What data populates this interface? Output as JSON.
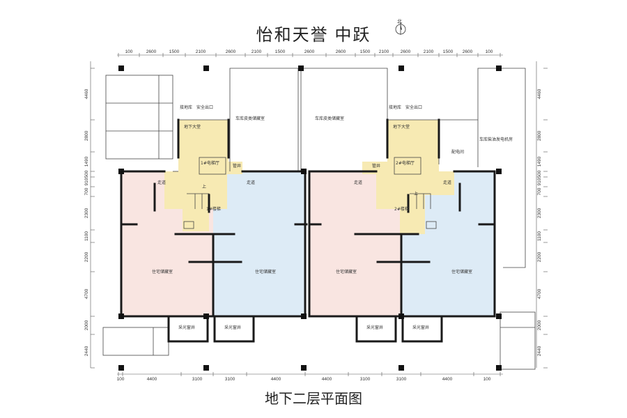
{
  "title": "怡和天誉  中跃",
  "subtitle": "地下二层平面图",
  "north_label": "北",
  "dims": {
    "top": [
      "100",
      "2600",
      "1500",
      "2100",
      "2600",
      "2100",
      "1500",
      "2600",
      "2600",
      "1500",
      "2100",
      "2600",
      "2100",
      "1500",
      "2600",
      "100"
    ],
    "bottom": [
      "100",
      "4400",
      "3100",
      "3100",
      "4400",
      "4400",
      "3100",
      "3100",
      "4400",
      "100"
    ],
    "left": [
      "4460",
      "2800",
      "1490",
      "500",
      "910",
      "700",
      "2300",
      "1100",
      "2200",
      "4700",
      "2000",
      "2440"
    ],
    "right": [
      "4460",
      "2800",
      "1490",
      "500",
      "910",
      "700",
      "2300",
      "1100",
      "2200",
      "4700",
      "2000",
      "2440"
    ]
  },
  "rooms": {
    "garage_l": "接地库",
    "exit_l": "安全出口",
    "garage_r": "接地库",
    "exit_r": "安全出口",
    "hall_l": "地下大堂",
    "hall_r": "地下大堂",
    "elev_l": "1#电梯厅",
    "elev_r": "2#电梯厅",
    "well_l": "管井",
    "well_r": "管井",
    "corr_l": "走道",
    "corr_l2": "走道",
    "corr_r": "走道",
    "corr_r2": "走道",
    "stair_l": "1#楼梯",
    "stair_r": "2#楼梯",
    "storage_mid_l": "车库皮类储藏室",
    "storage_mid_r": "车库皮类储藏室",
    "power": "配电间",
    "generator": "车库柴油发电机房",
    "res1": "住宅储藏室",
    "res2": "住宅储藏室",
    "res3": "住宅储藏室",
    "res4": "住宅储藏室",
    "light1": "采光窗井",
    "light2": "采光窗井",
    "light3": "采光窗井",
    "light4": "采光窗井",
    "up_l": "上",
    "up_r": "上"
  },
  "colors": {
    "pink": "#f9e5e1",
    "blue": "#ddebf6",
    "yellow": "#f7eab3",
    "wall": "#1a1a1a"
  }
}
